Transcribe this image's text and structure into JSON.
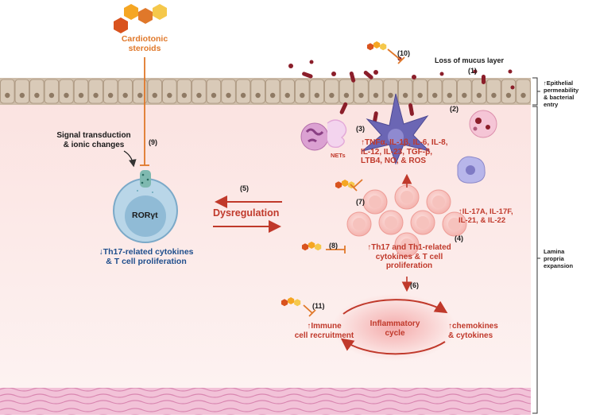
{
  "labels": {
    "cardiotonic": [
      "Cardiotonic",
      "steroids"
    ],
    "loss_mucus": "Loss of mucus layer",
    "epithelial": [
      "↑Epithelial",
      "permeability",
      "& bacterial",
      "entry"
    ],
    "lamina": [
      "Lamina",
      "propria",
      "expansion"
    ],
    "signal": [
      "Signal transduction",
      "& ionic changes"
    ],
    "roryt": "RORγt",
    "th17_down": [
      "↓Th17-related cytokines",
      "& T cell proliferation"
    ],
    "dysregulation": "Dysregulation",
    "nets": "NETs",
    "cytokines_top": [
      "↑TNFα, IL-1β, IL-6, IL-8,",
      "IL-12, IL-23, TGF-β,",
      "LTB4, NO, & ROS"
    ],
    "il17": [
      "↑IL-17A, IL-17F,",
      "IL-21, & IL-22"
    ],
    "th17_th1": [
      "↑Th17 and Th1-related",
      "cytokines & T cell",
      "proliferation"
    ],
    "inflammatory": [
      "Inflammatory",
      "cycle"
    ],
    "immune": [
      "↑Immune",
      "cell recruitment"
    ],
    "chemokines": [
      "↑chemokines",
      "& cytokines"
    ]
  },
  "numbers": {
    "n1": "(1)",
    "n2": "(2)",
    "n3": "(3)",
    "n4": "(4)",
    "n5": "(5)",
    "n6": "(6)",
    "n7": "(7)",
    "n8": "(8)",
    "n9": "(9)",
    "n10": "(10)",
    "n11": "(11)"
  },
  "colors": {
    "red": "#c0392b",
    "orange": "#e0782a",
    "blue": "#1f4e8c",
    "tissue": "#fdeceb",
    "epithelium": "#c9b8a6",
    "muscle": "#e7a9c8"
  }
}
